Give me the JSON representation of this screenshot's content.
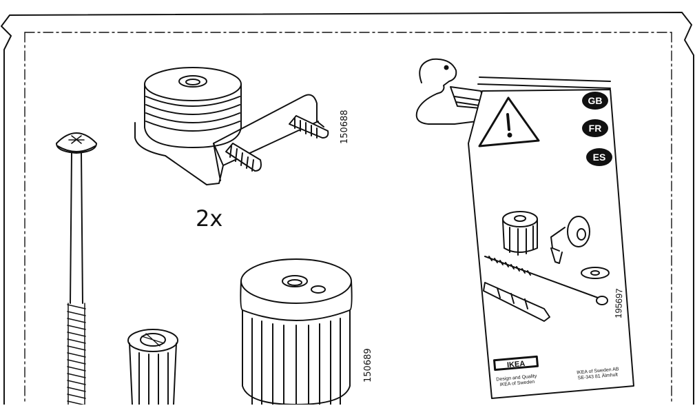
{
  "parts": {
    "connector": {
      "quantity": "2x",
      "part_number": "150688"
    },
    "knob": {
      "part_number": "150689"
    }
  },
  "booklet": {
    "languages": [
      "GB",
      "FR",
      "ES"
    ],
    "part_number": "195697",
    "logo": "IKEA",
    "tagline": [
      "Design and Quality",
      "IKEA of Sweden"
    ],
    "address": [
      "IKEA of Sweden AB",
      "SE-343 81 Älmhult"
    ]
  }
}
